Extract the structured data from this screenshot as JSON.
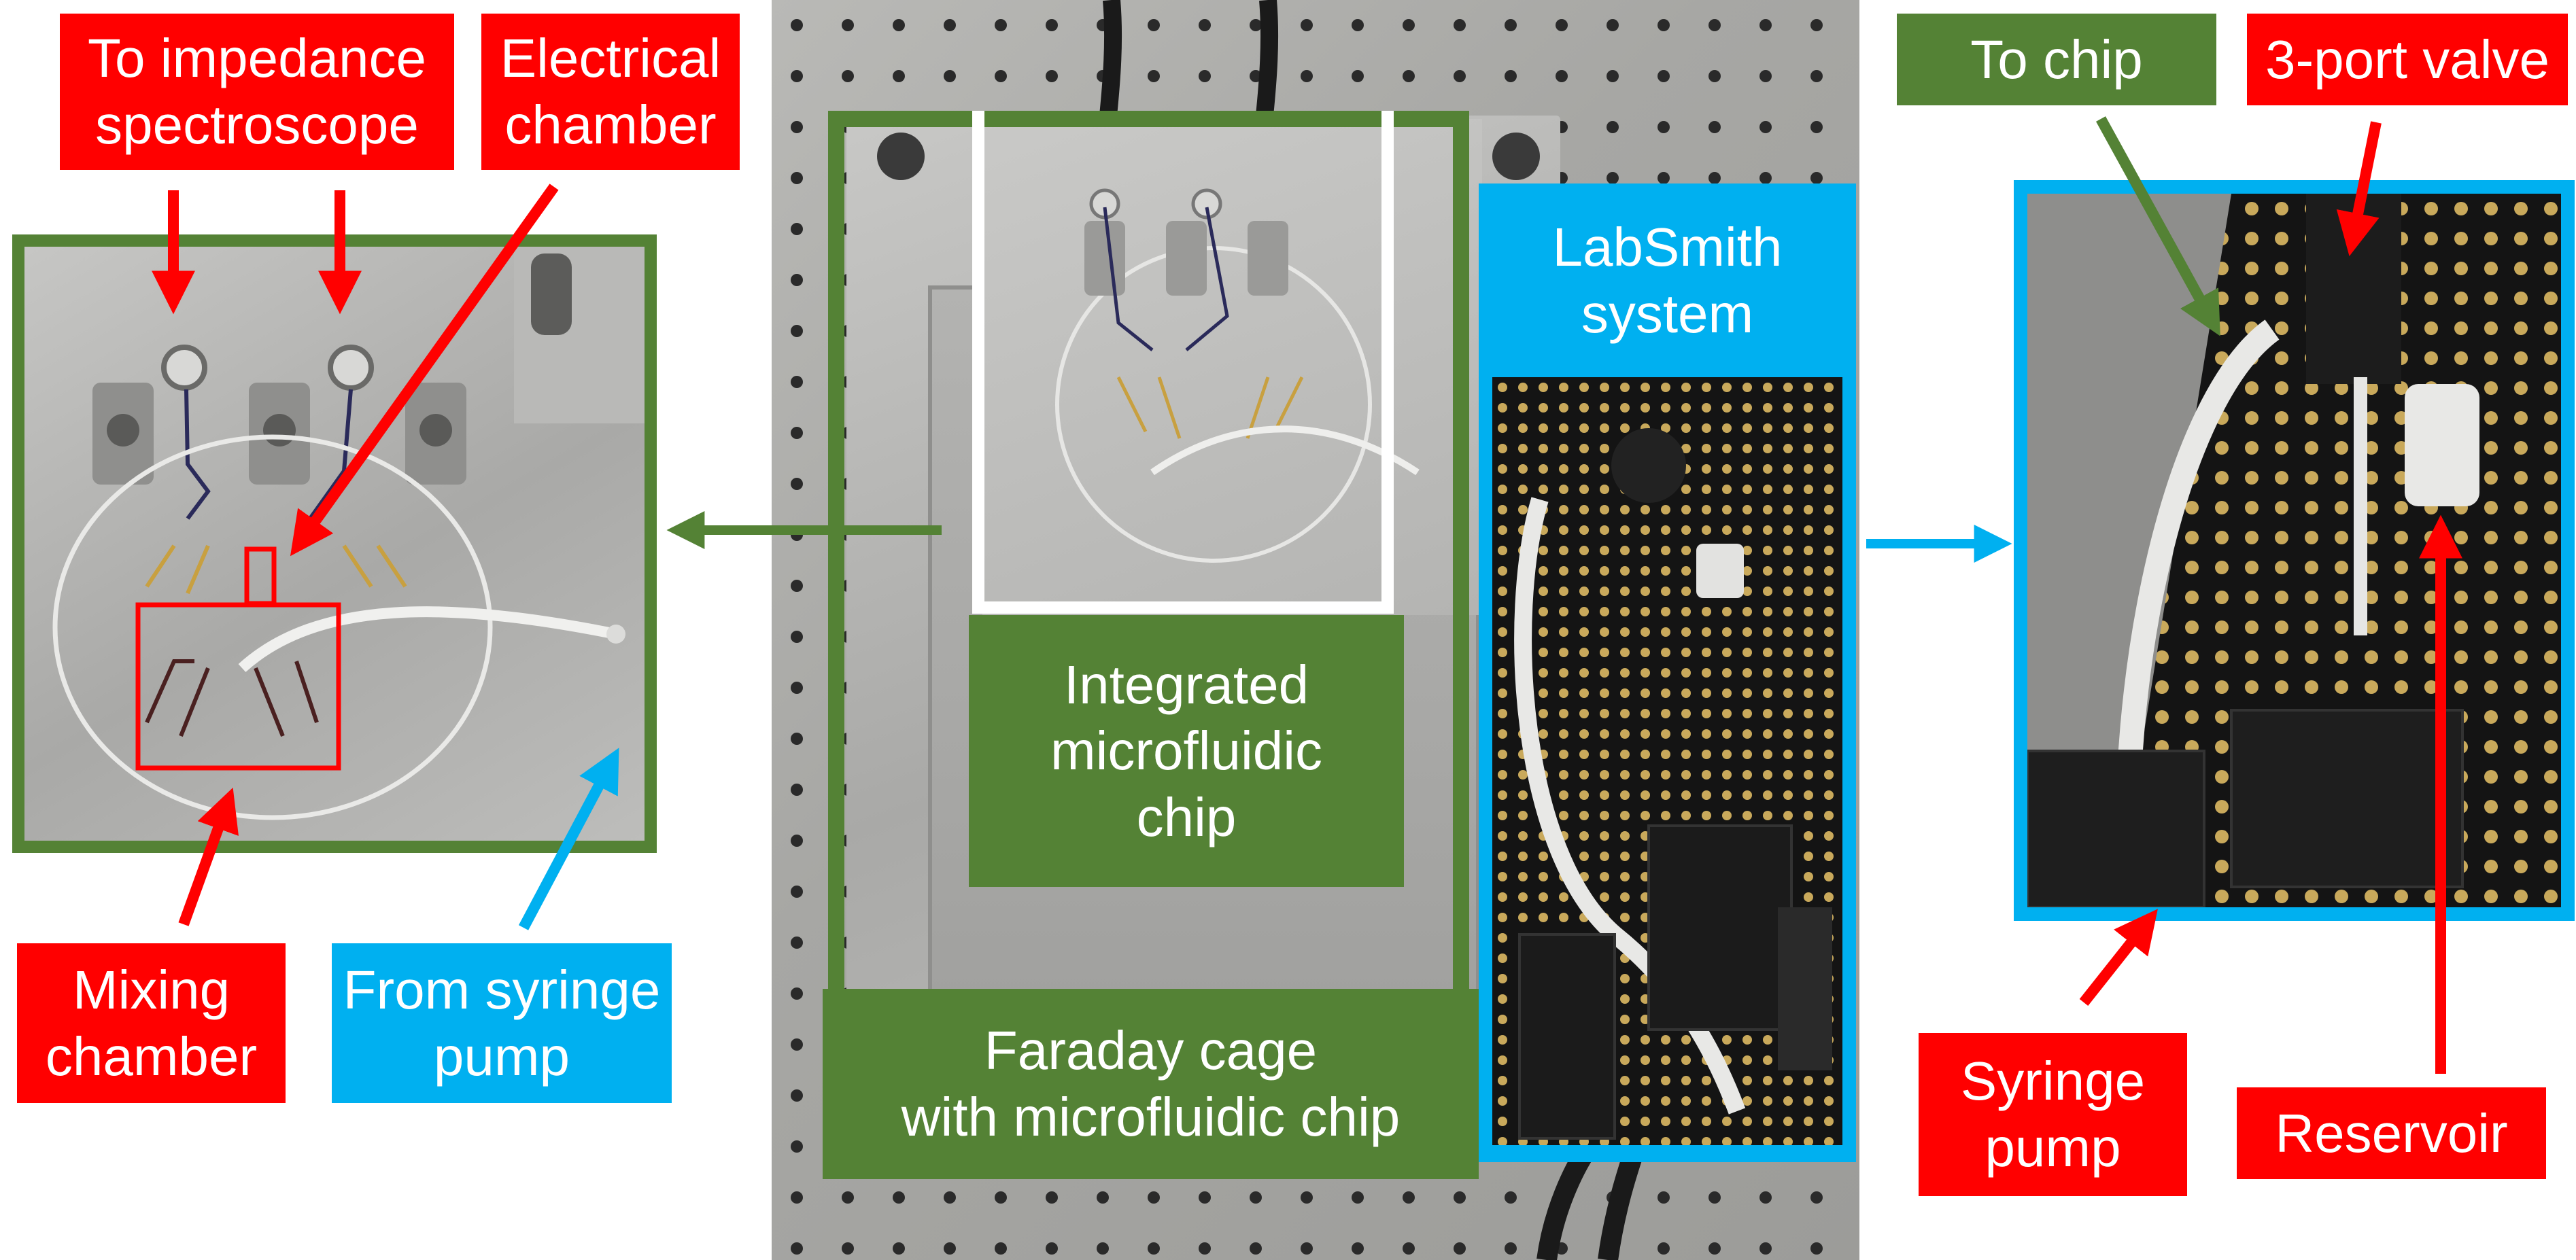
{
  "panels": {
    "left": {
      "labels": {
        "to_impedance": "To impedance\nspectroscope",
        "electrical_chamber": "Electrical\nchamber",
        "mixing_chamber": "Mixing\nchamber",
        "from_syringe_pump": "From syringe\npump"
      }
    },
    "center": {
      "labels": {
        "integrated_chip": "Integrated\nmicrofluidic\nchip",
        "faraday_cage": "Faraday cage\nwith microfluidic chip",
        "labsmith_system": "LabSmith\nsystem"
      }
    },
    "right": {
      "labels": {
        "to_chip": "To chip",
        "three_port_valve": "3-port valve",
        "syringe_pump": "Syringe\npump",
        "reservoir": "Reservoir"
      }
    }
  },
  "colors": {
    "red_label": "#ff0000",
    "green_label": "#548235",
    "blue_label": "#00b0f0",
    "label_text": "#ffffff"
  }
}
